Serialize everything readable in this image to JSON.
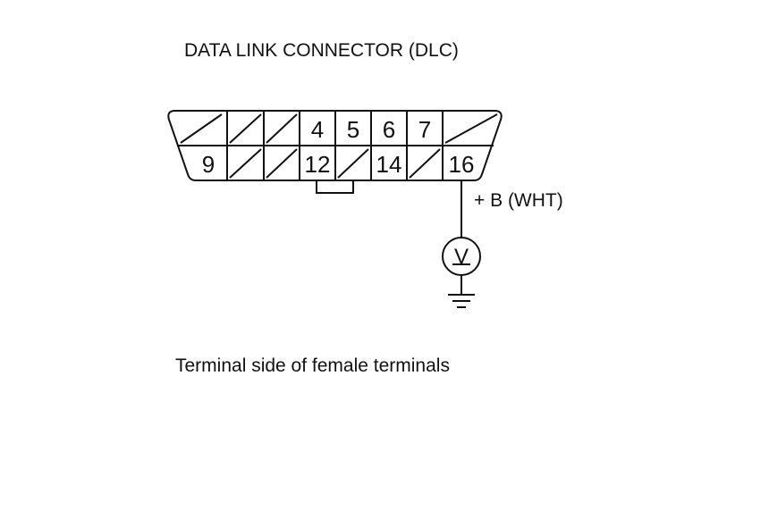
{
  "title": "DATA LINK CONNECTOR (DLC)",
  "caption": "Terminal side of female terminals",
  "connector": {
    "top_pins": [
      "4",
      "5",
      "6",
      "7"
    ],
    "bottom_pins": [
      "9",
      "12",
      "14",
      "16"
    ]
  },
  "wire": {
    "label": "+ B (WHT)"
  },
  "meter": {
    "symbol": "V"
  }
}
